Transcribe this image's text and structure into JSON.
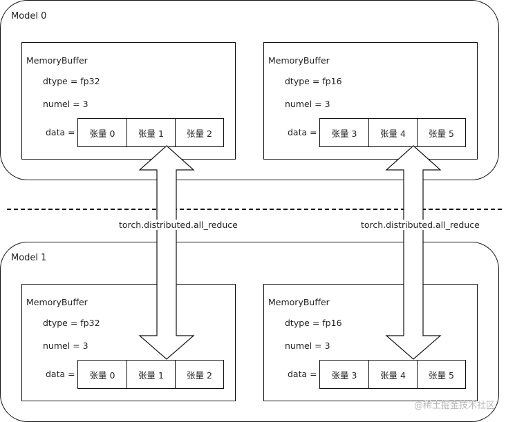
{
  "models": [
    {
      "label": "Model 0",
      "buffers": [
        {
          "title": "MemoryBuffer",
          "dtype": "dtype = fp32",
          "numel": "numel = 3",
          "data_label": "data =",
          "cells": [
            "张量 0",
            "张量 1",
            "张量 2"
          ]
        },
        {
          "title": "MemoryBuffer",
          "dtype": "dtype = fp16",
          "numel": "numel = 3",
          "data_label": "data =",
          "cells": [
            "张量 3",
            "张量 4",
            "张量 5"
          ]
        }
      ]
    },
    {
      "label": "Model 1",
      "buffers": [
        {
          "title": "MemoryBuffer",
          "dtype": "dtype = fp32",
          "numel": "numel = 3",
          "data_label": "data =",
          "cells": [
            "张量 0",
            "张量 1",
            "张量 2"
          ]
        },
        {
          "title": "MemoryBuffer",
          "dtype": "dtype = fp16",
          "numel": "numel = 3",
          "data_label": "data =",
          "cells": [
            "张量 3",
            "张量 4",
            "张量 5"
          ]
        }
      ]
    }
  ],
  "arrows": [
    {
      "label": "torch.distributed.all_reduce"
    },
    {
      "label": "torch.distributed.all_reduce"
    }
  ],
  "watermark": "@稀土掘金技术社区"
}
